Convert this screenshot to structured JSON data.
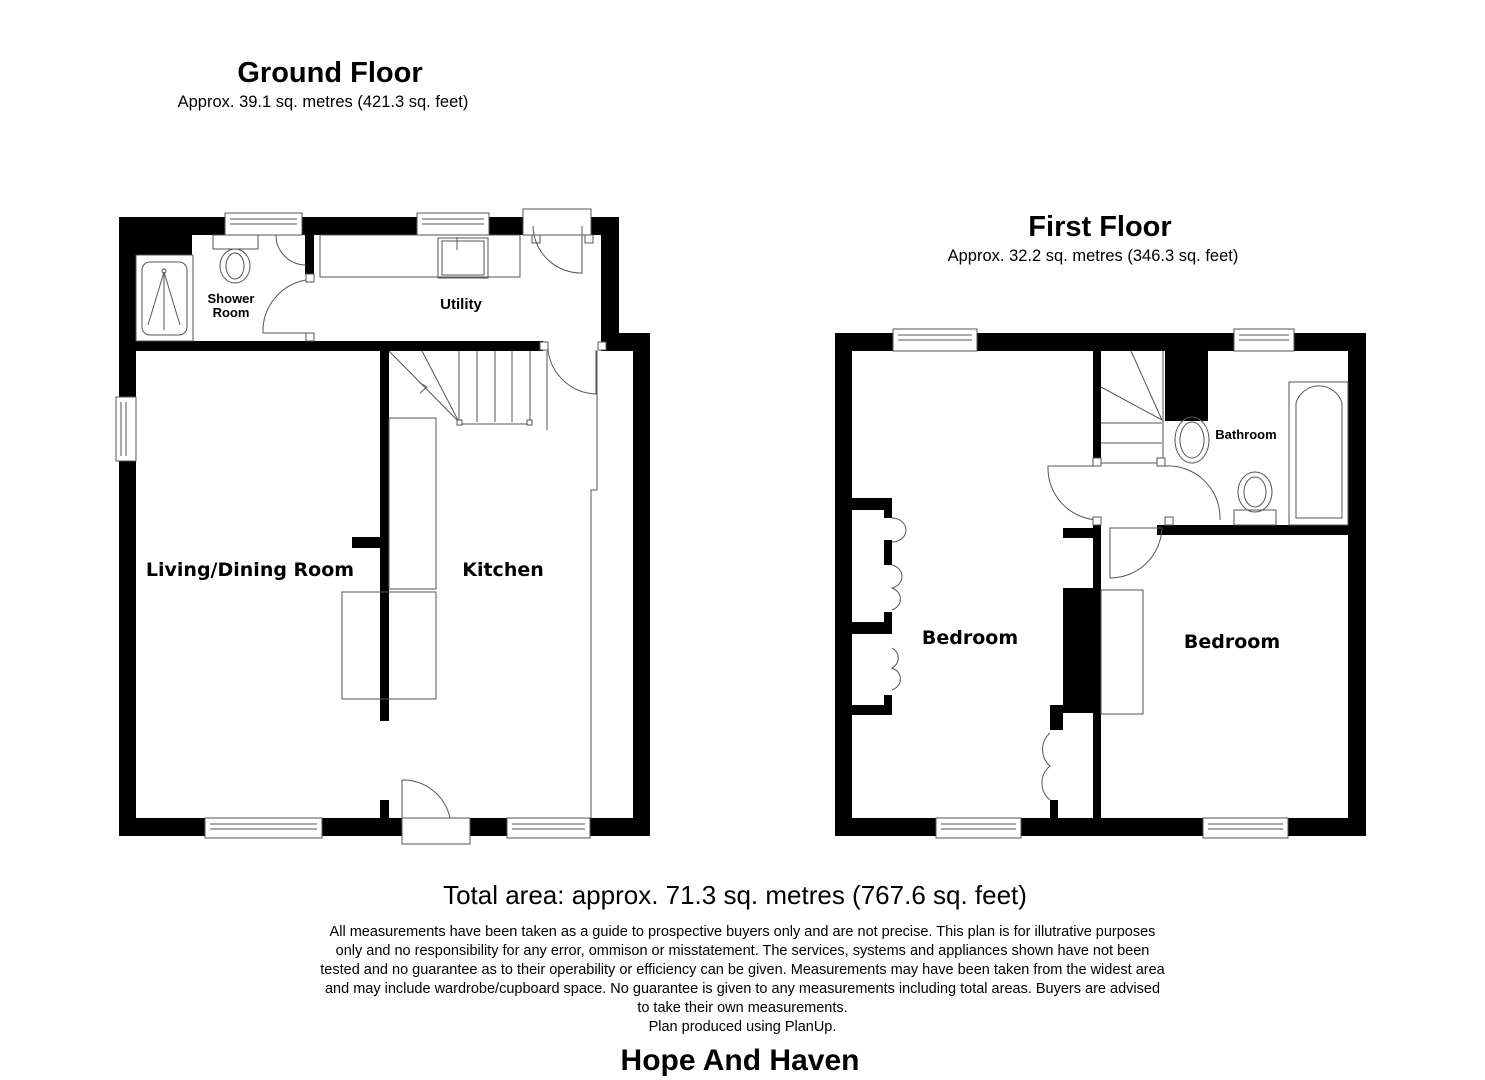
{
  "ground_floor": {
    "title": "Ground Floor",
    "area": "Approx. 39.1 sq. metres (421.3 sq. feet)",
    "rooms": [
      {
        "id": "shower-room",
        "label": "Shower\nRoom",
        "line1": "Shower",
        "line2": "Room"
      },
      {
        "id": "utility",
        "label": "Utility"
      },
      {
        "id": "living-dining-room",
        "label": "Living/Dining Room"
      },
      {
        "id": "kitchen",
        "label": "Kitchen"
      }
    ]
  },
  "first_floor": {
    "title": "First Floor",
    "area": "Approx. 32.2 sq. metres (346.3 sq. feet)",
    "rooms": [
      {
        "id": "bathroom",
        "label": "Bathroom"
      },
      {
        "id": "bedroom-1",
        "label": "Bedroom"
      },
      {
        "id": "bedroom-2",
        "label": "Bedroom"
      }
    ]
  },
  "footer": {
    "total_area": "Total area: approx. 71.3 sq. metres (767.6 sq. feet)",
    "disclaimer_lines": [
      "All measurements have been taken as a guide to prospective buyers only and are not precise. This plan is for illutrative purposes",
      "only and no responsibility for any error, ommison or misstatement. The services, systems and appliances shown have not been",
      "tested and no guarantee as to their operability or efficiency can be given. Measurements may have been taken from the widest area",
      "and may include wardrobe/cupboard space. No guarantee is given to any measurements including total areas. Buyers are advised",
      "to take their own measurements.",
      "Plan produced using PlanUp."
    ],
    "brand": "Hope And Haven"
  },
  "colors": {
    "wall": "#000000",
    "fixture_line": "#555555",
    "background": "#ffffff"
  }
}
